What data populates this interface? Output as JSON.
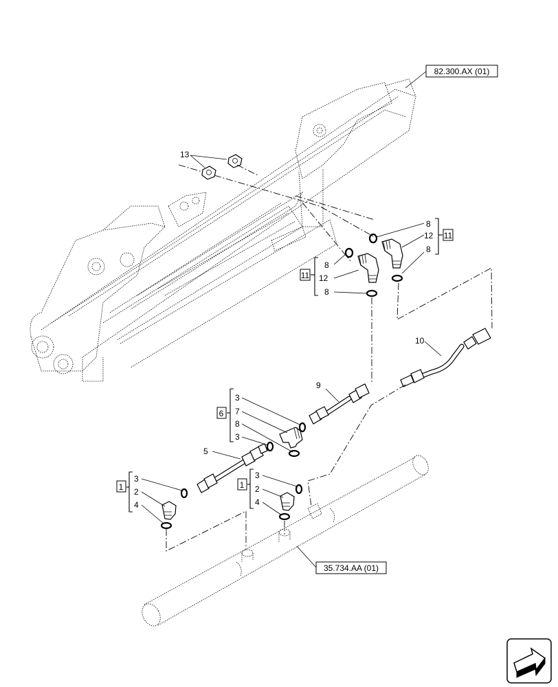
{
  "references": {
    "top": "82.300.AX (01)",
    "bottom": "35.734.AA (01)"
  },
  "group_boxes": {
    "right_group": "11",
    "left_group": "11",
    "tee_group": "6",
    "lower_left_group": "1",
    "lower_mid_group": "1"
  },
  "callouts": {
    "c13": "13",
    "right_8a": "8",
    "right_12": "12",
    "right_8b": "8",
    "left_8a": "8",
    "left_12": "12",
    "left_8b": "8",
    "c10": "10",
    "c9": "9",
    "tee_3a": "3",
    "tee_7": "7",
    "tee_8": "8",
    "tee_3b": "3",
    "c5": "5",
    "ll_3": "3",
    "ll_2": "2",
    "ll_4": "4",
    "lm_3": "3",
    "lm_2": "2",
    "lm_4": "4"
  },
  "icons": {
    "nav": "next-page-arrow-icon"
  }
}
